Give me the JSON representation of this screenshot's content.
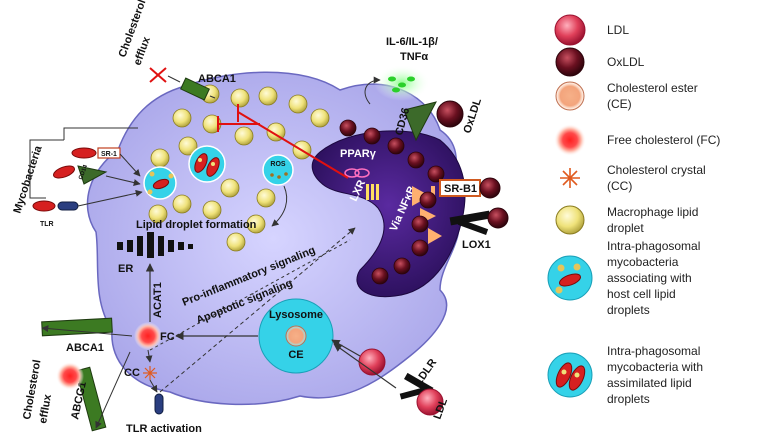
{
  "labels": {
    "cholesterol_efflux_top": [
      "Cholesterol",
      "efflux"
    ],
    "abca1_top": "ABCA1",
    "il6": [
      "IL-6/IL-1β/",
      "TNFα"
    ],
    "cd36": "CD36",
    "oxldl": "OxLDL",
    "mycobacteria": "Mycobacteria",
    "sr1": "SR-1",
    "cd14": "CD14",
    "tlr": "TLR",
    "ros": "ROS",
    "ppar": "PPARγ",
    "lxr": "LXR",
    "via_nfkb": "Via NFκB",
    "srb1": "SR-B1",
    "lox1": "LOX1",
    "lipid_droplet_formation": "Lipid droplet formation",
    "er": "ER",
    "pro_inflammatory": "Pro-inflammatory signaling",
    "apoptotic": "Apoptotic signaling",
    "acat1": "ACAT1",
    "lysosome": "Lysosome",
    "ce": "CE",
    "fc": "FC",
    "cc": "CC",
    "abca1_bottom": "ABCA1",
    "abcg1": "ABCG1",
    "cholesterol_efflux_bottom": [
      "Cholesterol",
      "efflux"
    ],
    "ldlr": "LDLR",
    "ldl": "LDL",
    "tlr_activation": "TLR activation"
  },
  "legend": [
    {
      "icon": "ldl",
      "lines": [
        "LDL"
      ]
    },
    {
      "icon": "oxldl",
      "lines": [
        "OxLDL"
      ]
    },
    {
      "icon": "ce",
      "lines": [
        "Cholesterol ester",
        "(CE)"
      ]
    },
    {
      "icon": "fc",
      "lines": [
        "Free cholesterol (FC)"
      ]
    },
    {
      "icon": "cc",
      "lines": [
        "Cholesterol crystal",
        "(CC)"
      ]
    },
    {
      "icon": "lipid-droplet",
      "lines": [
        "Macrophage lipid",
        "droplet"
      ]
    },
    {
      "icon": "phagosome-associating",
      "lines": [
        "Intra-phagosomal",
        "mycobacteria",
        "associating with",
        "host cell lipid",
        "droplets"
      ]
    },
    {
      "icon": "phagosome-assimilated",
      "lines": [
        "Intra-phagosomal",
        "mycobacteria with",
        "assimilated lipid",
        "droplets"
      ]
    }
  ],
  "colors": {
    "cell": "#b6b4ee",
    "nucleus": "#3b1a78",
    "ldl": "#e0405a",
    "oxldl": "#6a1020",
    "droplet": "#efe27a",
    "phagosome": "#35d2e8",
    "receptor": "#3c6a2a",
    "inhibit": "#e01010"
  }
}
